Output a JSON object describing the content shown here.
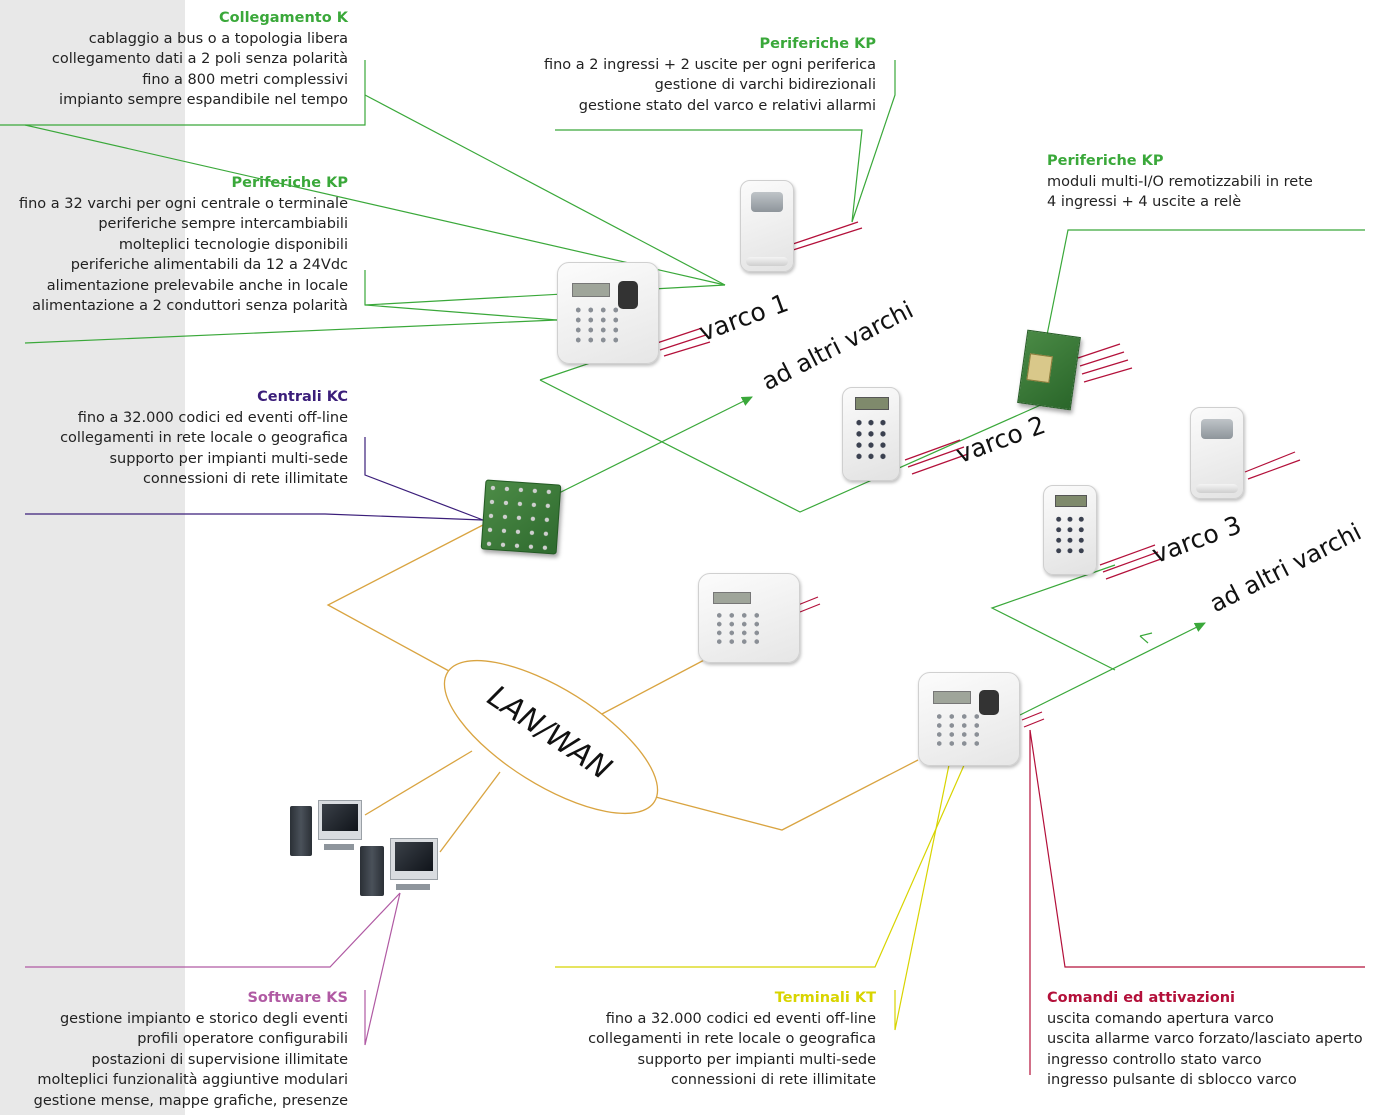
{
  "colors": {
    "green": "#3aa83a",
    "purple": "#3b1e7a",
    "orange": "#d9a441",
    "magenta": "#b05aa3",
    "yellow": "#d8d400",
    "crimson": "#b3103a",
    "sidebar": "#e8e8e8"
  },
  "blocks": {
    "collegamento_k": {
      "title": "Collegamento K",
      "lines": [
        "cablaggio a bus o a topologia libera",
        "collegamento dati a 2 poli senza polarità",
        "fino a 800 metri complessivi",
        "impianto sempre espandibile nel tempo"
      ]
    },
    "periferiche_kp_left": {
      "title": "Periferiche KP",
      "lines": [
        "fino a 32 varchi per ogni centrale o terminale",
        "periferiche sempre intercambiabili",
        "molteplici tecnologie disponibili",
        "periferiche alimentabili da 12 a 24Vdc",
        "alimentazione prelevabile anche in locale",
        "alimentazione a 2 conduttori senza polarità"
      ]
    },
    "centrali_kc": {
      "title": "Centrali KC",
      "lines": [
        "fino a 32.000 codici ed eventi off-line",
        "collegamenti in rete locale o geografica",
        "supporto per impianti multi-sede",
        "connessioni di rete illimitate"
      ]
    },
    "periferiche_kp_top": {
      "title": "Periferiche KP",
      "lines": [
        "fino a 2 ingressi + 2 uscite per ogni periferica",
        "gestione di varchi bidirezionali",
        "gestione stato del varco e relativi allarmi"
      ]
    },
    "periferiche_kp_right": {
      "title": "Periferiche KP",
      "lines": [
        "moduli multi-I/O remotizzabili in rete",
        "4 ingressi + 4 uscite a relè"
      ]
    },
    "software_ks": {
      "title": "Software KS",
      "lines": [
        "gestione impianto e storico degli eventi",
        "profili operatore configurabili",
        "postazioni di supervisione illimitate",
        "molteplici funzionalità aggiuntive modulari",
        "gestione mense, mappe grafiche, presenze"
      ]
    },
    "terminali_kt": {
      "title": "Terminali KT",
      "lines": [
        "fino a 32.000 codici ed eventi off-line",
        "collegamenti in rete locale o geografica",
        "supporto per impianti multi-sede",
        "connessioni di rete illimitate"
      ]
    },
    "comandi": {
      "title": "Comandi ed attivazioni",
      "lines": [
        "uscita comando apertura varco",
        "uscita allarme varco forzato/lasciato aperto",
        "ingresso controllo stato varco",
        "ingresso pulsante di sblocco varco"
      ]
    }
  },
  "labels": {
    "varco1": "varco 1",
    "varco2": "varco 2",
    "varco3": "varco 3",
    "altri1": "ad altri varchi",
    "altri2": "ad altri varchi",
    "lan": "LAN/WAN"
  },
  "icons": {
    "reader": "card-reader-icon",
    "terminal": "terminal-icon",
    "keypad": "keypad-icon",
    "pcb": "control-board-icon",
    "pc": "workstation-icon"
  }
}
